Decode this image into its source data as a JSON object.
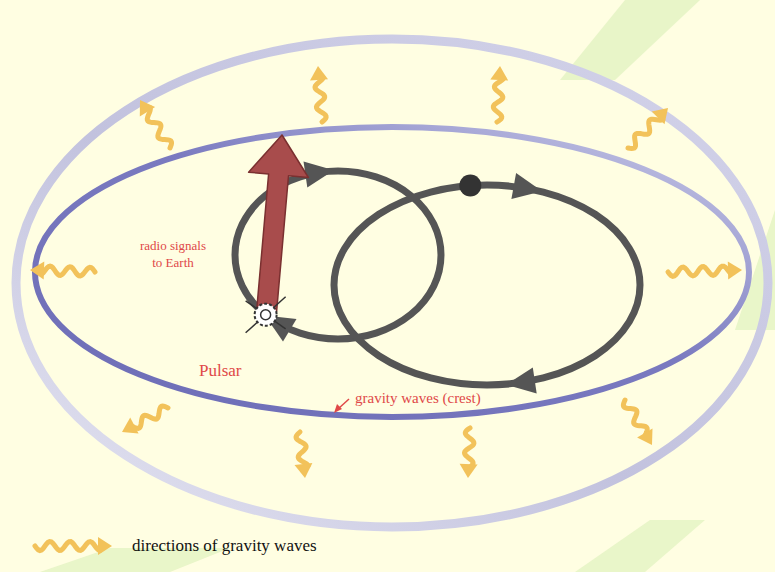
{
  "diagram": {
    "labels": [
      "radio signals to Earth",
      "Pulsar",
      "gravity waves (crest)"
    ],
    "legend": [
      {
        "text": "directions of gravity waves"
      }
    ]
  }
}
